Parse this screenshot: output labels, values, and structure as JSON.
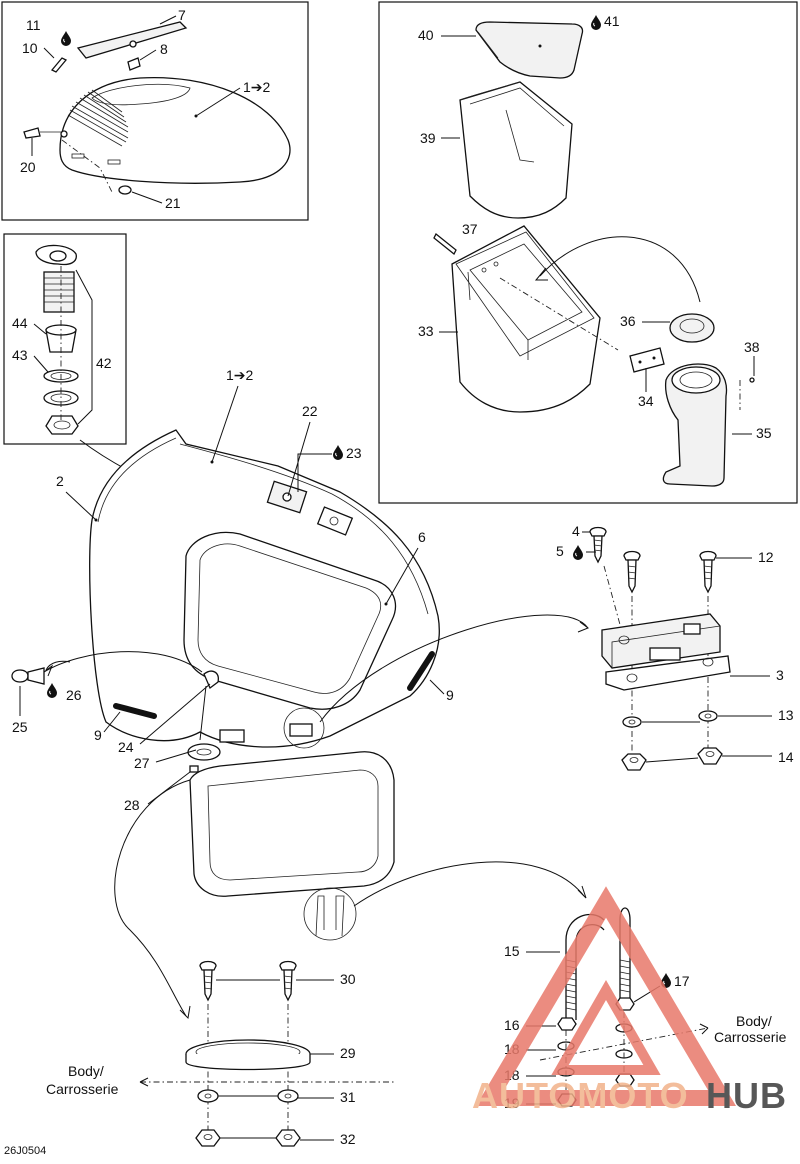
{
  "drawing_code": "26J0504",
  "body_label": {
    "line1": "Body/",
    "line2": "Carrosserie"
  },
  "watermark": {
    "part1": "AUTOMOTO",
    "part2": "HUB",
    "accent": "#e8796a",
    "dark": "#3a3a3a"
  },
  "callouts": {
    "c1": "1➔2",
    "c2": "1➔2",
    "c2n": "2",
    "c3": "3",
    "c4": "4",
    "c5": "5",
    "c6": "6",
    "c7": "7",
    "c8": "8",
    "c9a": "9",
    "c9b": "9",
    "c10": "10",
    "c11": "11",
    "c12": "12",
    "c13": "13",
    "c14": "14",
    "c15": "15",
    "c16": "16",
    "c17": "17",
    "c18a": "18",
    "c18b": "18",
    "c19": "19",
    "c20": "20",
    "c21": "21",
    "c22": "22",
    "c23": "23",
    "c24": "24",
    "c25": "25",
    "c26": "26",
    "c27": "27",
    "c28": "28",
    "c29": "29",
    "c30": "30",
    "c31": "31",
    "c32": "32",
    "c33": "33",
    "c34": "34",
    "c35": "35",
    "c36": "36",
    "c37": "37",
    "c38": "38",
    "c39": "39",
    "c40": "40",
    "c41": "41",
    "c42": "42",
    "c43": "43",
    "c44": "44"
  },
  "icons": {
    "lubricant": "oil-drop-icon"
  },
  "colors": {
    "ink": "#111111",
    "paper": "#ffffff"
  }
}
